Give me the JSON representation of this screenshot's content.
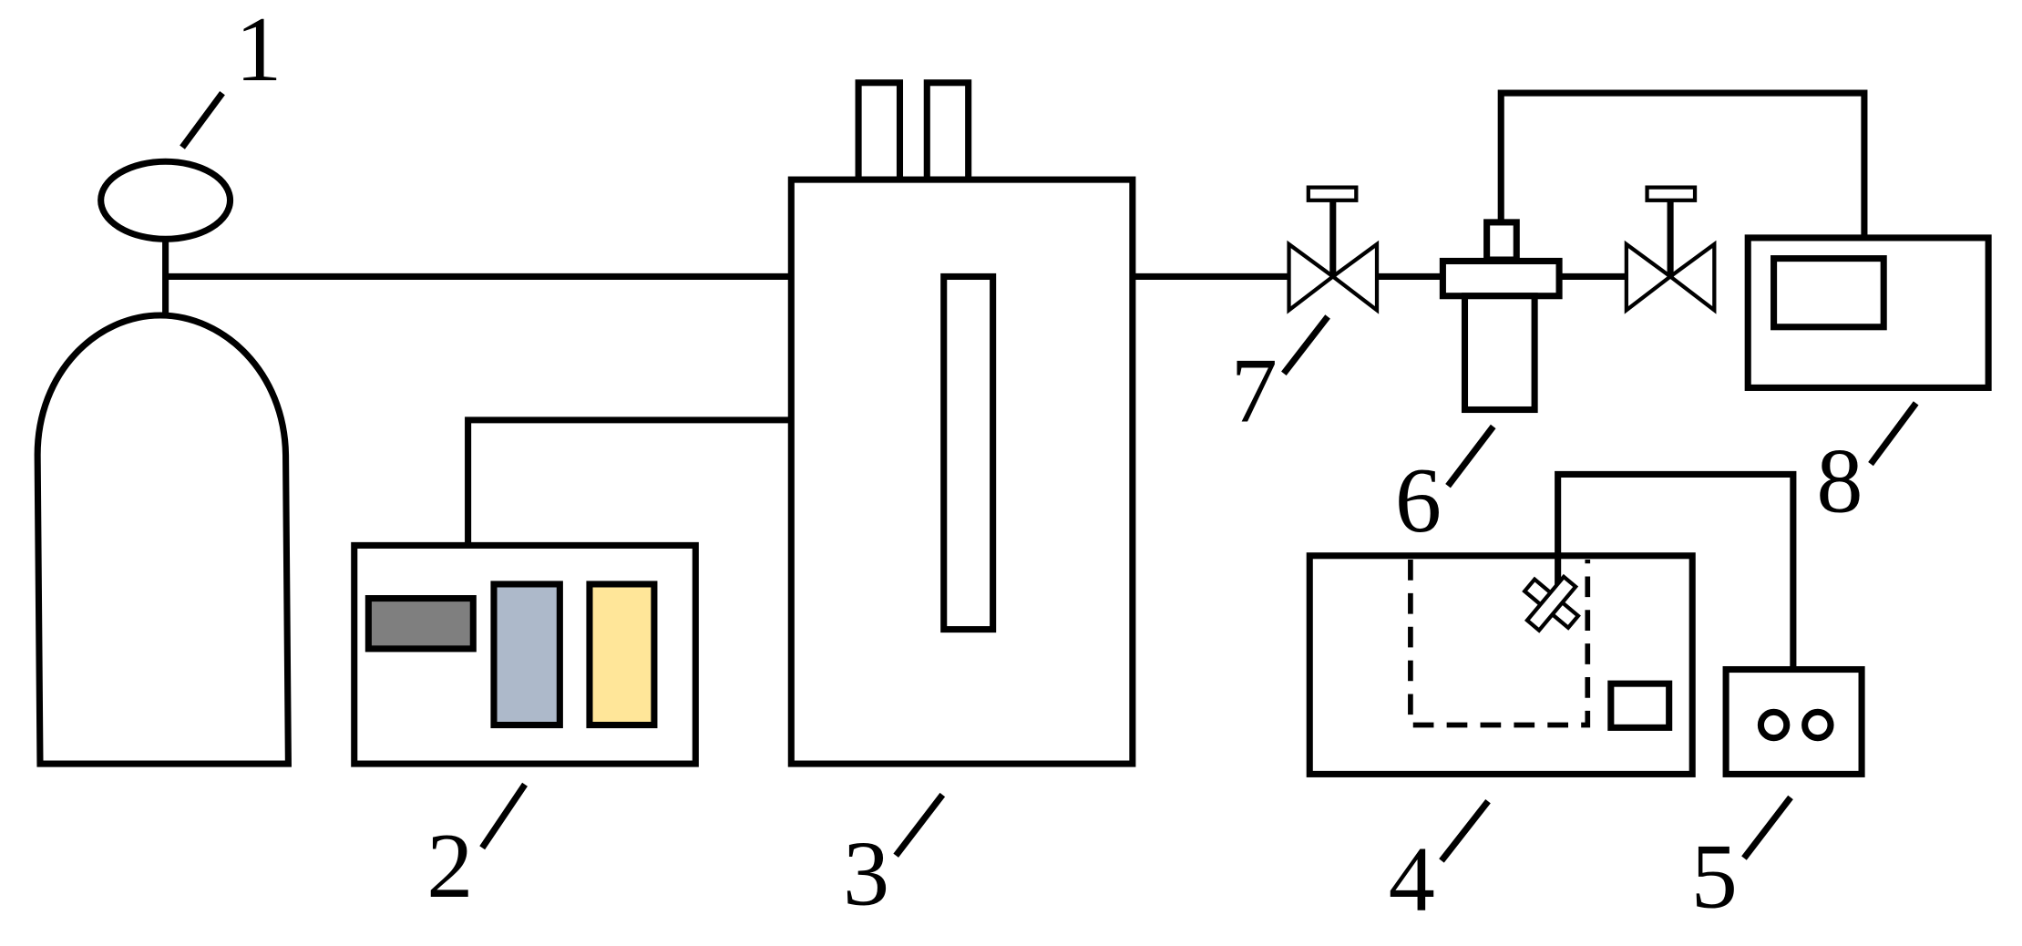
{
  "labels": {
    "cylinder": "1",
    "control_panel": "2",
    "tank": "3",
    "bath": "4",
    "controller": "5",
    "filter": "6",
    "valve": "7",
    "monitor": "8"
  },
  "colors": {
    "line": "#000000",
    "panel_display": "#7f7f7f",
    "panel_blue": "#adb9ca",
    "panel_yellow": "#ffe699"
  },
  "icons": {
    "valve": "needle-valve-icon",
    "stirrer": "stirrer-icon"
  }
}
